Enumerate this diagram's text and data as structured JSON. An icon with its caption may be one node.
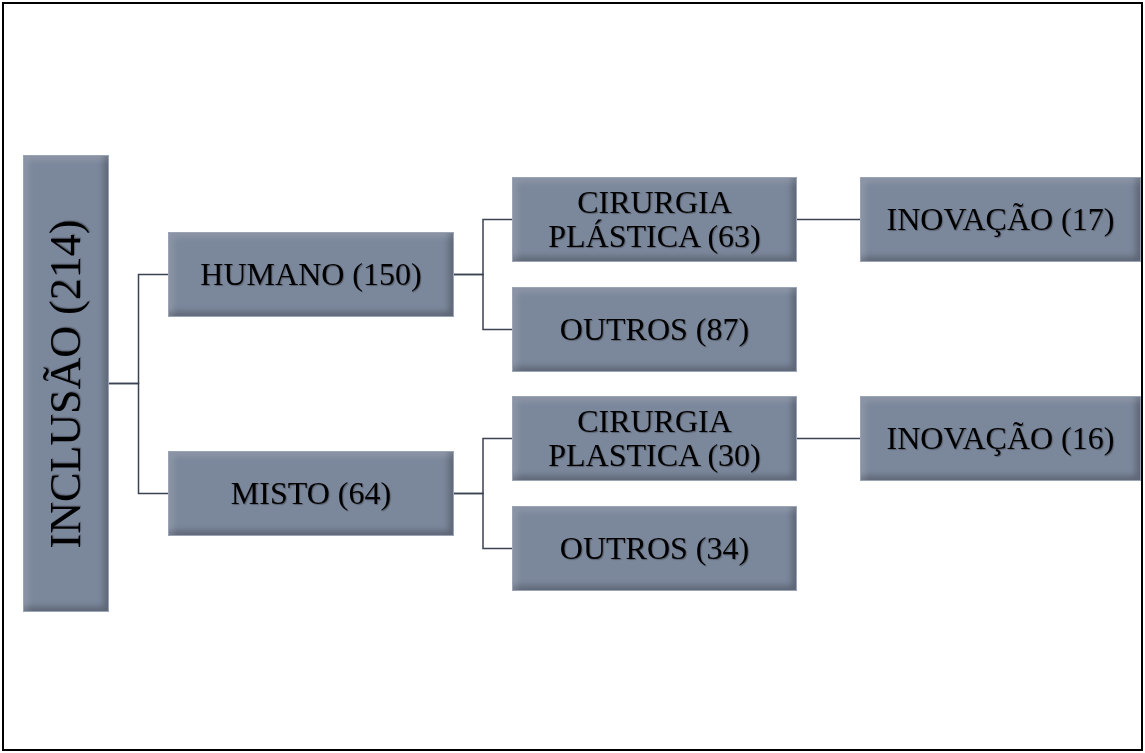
{
  "diagram": {
    "nodes": [
      {
        "text": [
          "INCLUSÃO (214)"
        ]
      },
      {
        "text": [
          "HUMANO (150)"
        ]
      },
      {
        "text": [
          "MISTO (64)"
        ]
      },
      {
        "text": [
          "CIRURGIA PLÁSTICA (63)"
        ]
      },
      {
        "text": [
          "OUTROS (87)"
        ]
      },
      {
        "text": [
          "INOVAÇÃO (17)"
        ]
      },
      {
        "text": [
          "CIRURGIA PLASTICA (30)"
        ]
      },
      {
        "text": [
          "OUTROS (34)"
        ]
      },
      {
        "text": [
          "INOVAÇÃO (16)"
        ]
      }
    ],
    "edges": [
      {
        "from": 0,
        "to": 1,
        "arrow": "none"
      },
      {
        "from": 0,
        "to": 2,
        "arrow": "none"
      },
      {
        "from": 1,
        "to": 3,
        "arrow": "none"
      },
      {
        "from": 1,
        "to": 4,
        "arrow": "none"
      },
      {
        "from": 3,
        "to": 5,
        "arrow": "none"
      },
      {
        "from": 2,
        "to": 6,
        "arrow": "none"
      },
      {
        "from": 2,
        "to": 7,
        "arrow": "none"
      },
      {
        "from": 6,
        "to": 8,
        "arrow": "none"
      }
    ]
  }
}
